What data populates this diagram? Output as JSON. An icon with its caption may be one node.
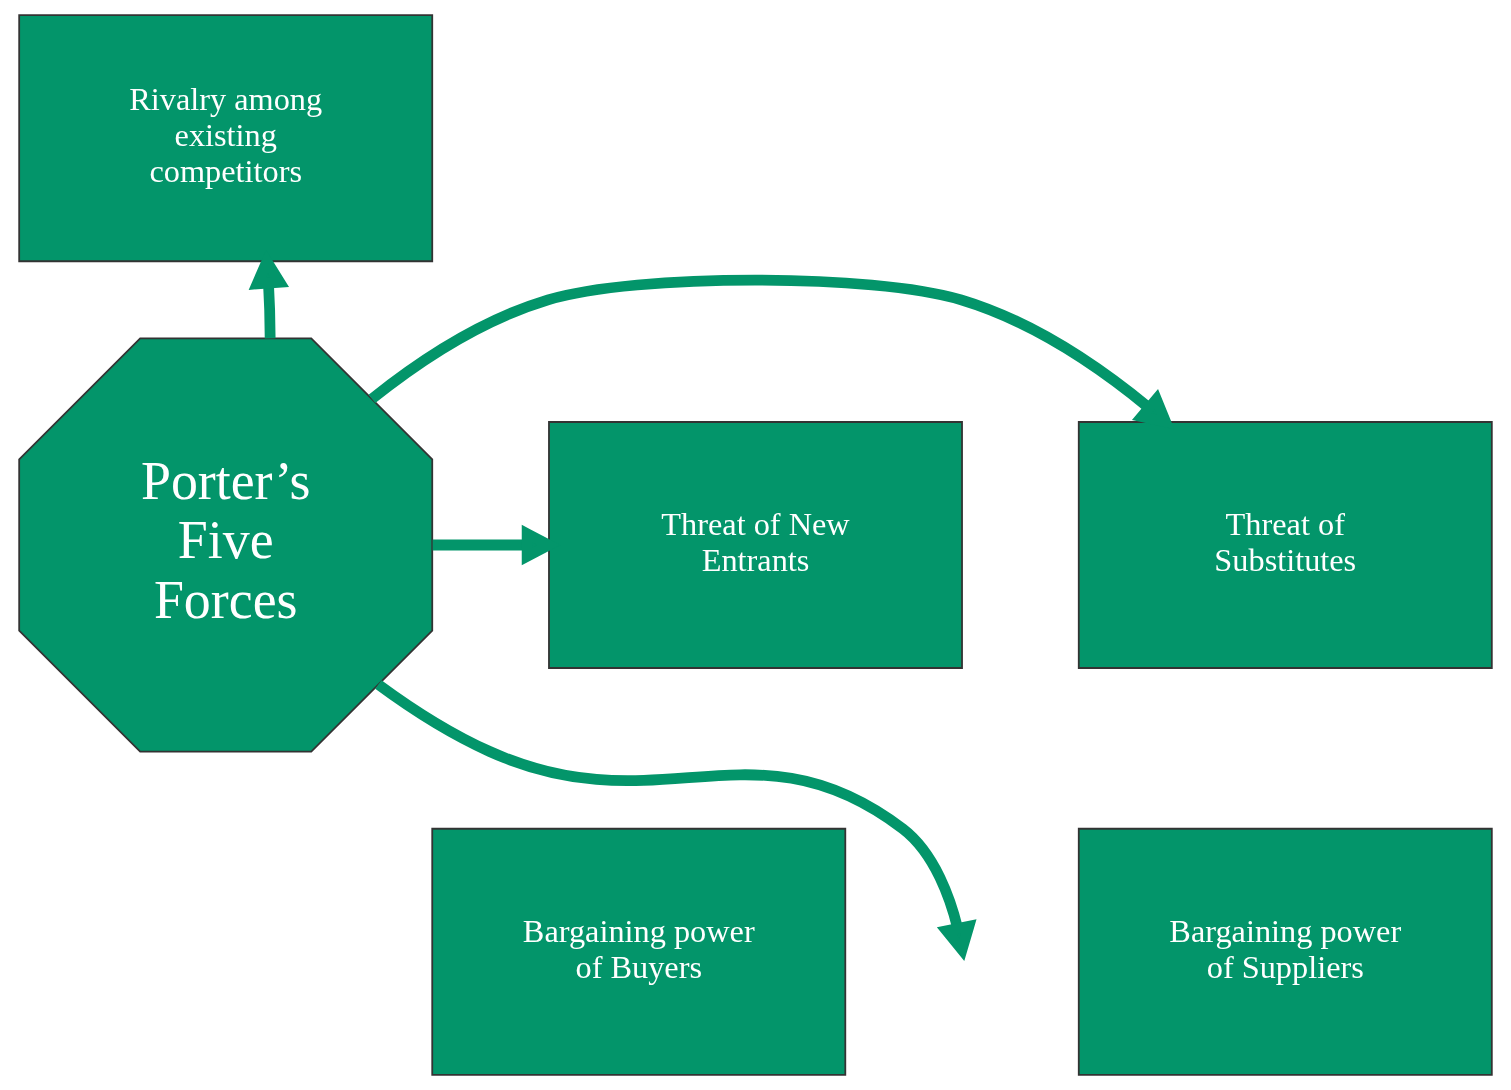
{
  "diagram": {
    "nodes": [
      {
        "text": [
          "Rivalry among existing competitors"
        ]
      },
      {
        "text": [
          "Threat of New Entrants"
        ]
      },
      {
        "text": [
          "Porter’s Five Forces"
        ]
      },
      {
        "text": [
          "Threat of Substitutes"
        ]
      },
      {
        "text": [
          "Bargaining power of Buyers"
        ]
      },
      {
        "text": [
          "Bargaining power of Suppliers"
        ]
      }
    ],
    "edges": [
      {
        "from": 2,
        "to": 0,
        "arrow": "to"
      },
      {
        "from": 2,
        "to": 1,
        "arrow": "to"
      },
      {
        "from": 2,
        "to": 3,
        "arrow": "to"
      },
      {
        "from": 2,
        "to": null,
        "arrow": "to"
      }
    ]
  }
}
